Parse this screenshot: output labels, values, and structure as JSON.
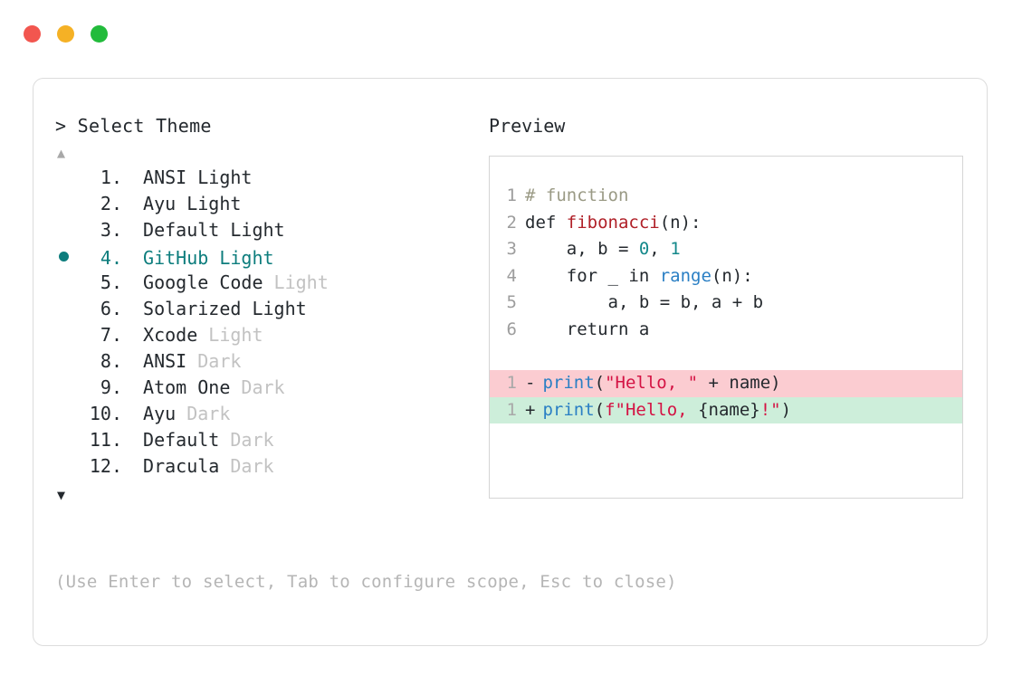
{
  "window": {
    "dots": [
      {
        "name": "close-dot",
        "color": "#f2564f"
      },
      {
        "name": "minimize-dot",
        "color": "#f5b125"
      },
      {
        "name": "maximize-dot",
        "color": "#22bb3b"
      }
    ]
  },
  "selector": {
    "prompt": "> Select Theme",
    "scroll_up": "▲",
    "scroll_down": "▼",
    "selected_index": 4,
    "bullet_glyph": "●",
    "accent_color": "#0d7d7d",
    "items": [
      {
        "index": "1.",
        "name": "ANSI",
        "suffix": "Light",
        "suffix_dim": false,
        "selected": false
      },
      {
        "index": "2.",
        "name": "Ayu",
        "suffix": "Light",
        "suffix_dim": false,
        "selected": false
      },
      {
        "index": "3.",
        "name": "Default",
        "suffix": "Light",
        "suffix_dim": false,
        "selected": false
      },
      {
        "index": "4.",
        "name": "GitHub",
        "suffix": "Light",
        "suffix_dim": false,
        "selected": true
      },
      {
        "index": "5.",
        "name": "Google Code",
        "suffix": "Light",
        "suffix_dim": true,
        "selected": false
      },
      {
        "index": "6.",
        "name": "Solarized",
        "suffix": "Light",
        "suffix_dim": false,
        "selected": false
      },
      {
        "index": "7.",
        "name": "Xcode",
        "suffix": "Light",
        "suffix_dim": true,
        "selected": false
      },
      {
        "index": "8.",
        "name": "ANSI",
        "suffix": "Dark",
        "suffix_dim": true,
        "selected": false
      },
      {
        "index": "9.",
        "name": "Atom One",
        "suffix": "Dark",
        "suffix_dim": true,
        "selected": false
      },
      {
        "index": "10.",
        "name": "Ayu",
        "suffix": "Dark",
        "suffix_dim": true,
        "selected": false
      },
      {
        "index": "11.",
        "name": "Default",
        "suffix": "Dark",
        "suffix_dim": true,
        "selected": false
      },
      {
        "index": "12.",
        "name": "Dracula",
        "suffix": "Dark",
        "suffix_dim": true,
        "selected": false
      }
    ],
    "hint": "(Use Enter to select, Tab to configure scope, Esc to close)"
  },
  "preview": {
    "label": "Preview",
    "code_lines": [
      {
        "num": "1",
        "tokens": [
          {
            "t": "# function",
            "c": "comment"
          }
        ]
      },
      {
        "num": "2",
        "tokens": [
          {
            "t": "def ",
            "c": "plain"
          },
          {
            "t": "fibonacci",
            "c": "func"
          },
          {
            "t": "(n):",
            "c": "punct"
          }
        ]
      },
      {
        "num": "3",
        "tokens": [
          {
            "t": "    a, b = ",
            "c": "plain"
          },
          {
            "t": "0",
            "c": "number"
          },
          {
            "t": ", ",
            "c": "plain"
          },
          {
            "t": "1",
            "c": "number"
          }
        ]
      },
      {
        "num": "4",
        "tokens": [
          {
            "t": "    for _ in ",
            "c": "plain"
          },
          {
            "t": "range",
            "c": "builtin"
          },
          {
            "t": "(n):",
            "c": "punct"
          }
        ]
      },
      {
        "num": "5",
        "tokens": [
          {
            "t": "        a, b = b, a + b",
            "c": "plain"
          }
        ]
      },
      {
        "num": "6",
        "tokens": [
          {
            "t": "    return a",
            "c": "plain"
          }
        ]
      }
    ],
    "diff_lines": [
      {
        "num": "1",
        "kind": "del",
        "sign": "-",
        "bg": "#fbccd1",
        "tokens": [
          {
            "t": "print",
            "c": "builtin"
          },
          {
            "t": "(",
            "c": "punct"
          },
          {
            "t": "\"Hello, \"",
            "c": "string"
          },
          {
            "t": " + name)",
            "c": "plain"
          }
        ]
      },
      {
        "num": "1",
        "kind": "add",
        "sign": "+",
        "bg": "#cdeeda",
        "tokens": [
          {
            "t": "print",
            "c": "builtin"
          },
          {
            "t": "(",
            "c": "punct"
          },
          {
            "t": "f\"Hello, ",
            "c": "string"
          },
          {
            "t": "{name}",
            "c": "plain"
          },
          {
            "t": "!\"",
            "c": "string"
          },
          {
            "t": ")",
            "c": "punct"
          }
        ]
      }
    ]
  }
}
